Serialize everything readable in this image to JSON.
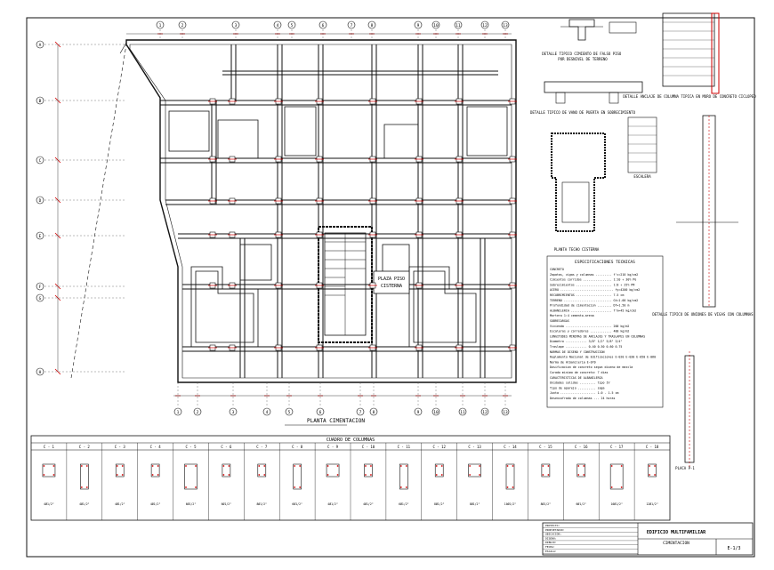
{
  "plan": {
    "title": "PLANTA CIMENTACION",
    "column_axes_top": [
      "1",
      "2",
      "3",
      "4",
      "5",
      "6",
      "7",
      "8",
      "9",
      "10",
      "11",
      "12",
      "13"
    ],
    "column_axes_bottom": [
      "1",
      "2",
      "3",
      "4",
      "5",
      "6",
      "7",
      "8",
      "9",
      "10",
      "11",
      "12",
      "13"
    ],
    "row_axes": [
      "A",
      "B",
      "C",
      "D",
      "E",
      "F",
      "G",
      "H"
    ],
    "stair_label": "PLAZA PISO",
    "stair_sublabel": "CISTERNA",
    "core_note_1": "PLAZA PISO",
    "core_note_2": "CISTERNA"
  },
  "details": {
    "falso_piso": "DETALLE TIPICO CIMIENTO DE FALSO PISO POR DESNIVEL DE TERRENO",
    "vano_puerta": "DETALLE TIPICO DE VANO DE PUERTA EN SOBRECIMIENTO",
    "anclaje": "DETALLE ANCLAJE DE COLUMNA TIPICA EN MURO DE CONCRETO CICLOPEO",
    "escalera": "ESCALERA",
    "cisterna": "PLANTA TECHO CISTERNA",
    "vigas": "DETALLE TIPICO DE UNIONES DE VIGAS CON COLUMNAS",
    "placa": "PLACA P-1"
  },
  "specs": {
    "title": "ESPECIFICACIONES TECNICAS",
    "lines": [
      "CONCRETO",
      "Zapatas, vigas y columnas ......... f'c=210 kg/cm2",
      "Cimientos corridos ................ 1:10 + 30% PG",
      "Sobrecimientos .................... 1:8 + 25% PM",
      "ACERO .............................. fy=4200 kg/cm2",
      "RECUBRIMIENTOS .................... 7.5 cm",
      "TERRENO ........................... Gt=1.00 kg/cm2",
      "Profundidad de cimentacion ........ Df=1.50 m",
      "ALBANILERIA ....................... f'm=45 kg/cm2",
      "Mortero 1:4 cemento-arena",
      "SOBRECARGAS",
      "Vivienda .......................... 200 kg/m2",
      "Escaleras y corredores ............ 400 kg/m2",
      "LONGITUDES MINIMAS DE ANCLAJES Y TRASLAPES EN COLUMNAS",
      "Diametro ............ 3/8\"  1/2\"  5/8\"  3/4\"",
      "Traslape ............ 0.40  0.50  0.60  0.75",
      "NORMAS DE DISENO Y CONSTRUCCION",
      "Reglamento Nacional de Edificaciones E-020 E-030 E-050 E-060",
      "Norma de Albanileria E-070",
      "Dosificacion de concreto segun diseno de mezcla",
      "Curado minimo de concreto: 7 dias",
      "CARACTERISTICAS DE ALBANILERIA",
      "Unidades solidas ......... tipo IV",
      "Tipo de aparejo .......... soga",
      "Junta .................... 1.0 - 1.5 cm",
      "Desencofrado de columnas ... 24 horas"
    ]
  },
  "columns_table": {
    "title": "CUADRO DE COLUMNAS",
    "headers": [
      "C - 1",
      "C - 2",
      "C - 3",
      "C - 4",
      "C - 5",
      "C - 6",
      "C - 7",
      "C - 8",
      "C - 9",
      "C - 10",
      "C - 11",
      "C - 12",
      "C - 13",
      "C - 14",
      "C - 15",
      "C - 16",
      "C - 17",
      "C - 18"
    ],
    "reinforcement": [
      "4Ø1/2\"",
      "4Ø1/2\"",
      "4Ø1/2\"",
      "4Ø1/2\"",
      "6Ø1/2\"",
      "6Ø1/2\"",
      "8Ø1/2\"",
      "6Ø1/2\"",
      "4Ø1/2\"",
      "4Ø1/2\"",
      "6Ø1/2\"",
      "8Ø1/2\"",
      "8Ø1/2\"",
      "10Ø1/2\"",
      "8Ø1/2\"",
      "6Ø1/2\"",
      "10Ø1/2\"",
      "12Ø1/2\""
    ]
  },
  "title_block": {
    "project": "EDIFICIO MULTIFAMILIAR",
    "plan_name": "CIMENTACION",
    "sheet": "E-1/3",
    "rows": [
      "PROYECTO:",
      "PROPIETARIO:",
      "UBICACION:",
      "DISENO:",
      "DIBUJO:",
      "FECHA:",
      "ESCALA:"
    ]
  },
  "colors": {
    "line": "#111111",
    "dimension": "#d40000",
    "grid_line": "#555555"
  }
}
